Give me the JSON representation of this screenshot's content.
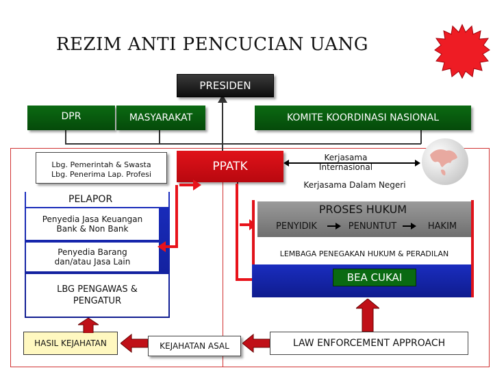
{
  "title": "REZIM ANTI PENCUCIAN UANG",
  "presiden": "PRESIDEN",
  "dpr": "DPR",
  "masyarakat": "MASYARAKAT",
  "komite": "KOMITE KOORDINASI NASIONAL",
  "lbg_pemerintah_1": "Lbg. Pemerintah & Swasta",
  "lbg_pemerintah_2": "Lbg. Penerima Lap. Profesi",
  "ppatk": "PPATK",
  "kerjasama_intl_1": "Kerjasama",
  "kerjasama_intl_2": "Internasional",
  "kerjasama_dalam": "Kerjasama Dalam Negeri",
  "pelapor": "PELAPOR",
  "penyedia_keuangan_1": "Penyedia Jasa Keuangan",
  "penyedia_keuangan_2": "Bank & Non Bank",
  "penyedia_barang_1": "Penyedia Barang",
  "penyedia_barang_2": "dan/atau Jasa Lain",
  "lbg_pengawas_1": "LBG PENGAWAS &",
  "lbg_pengawas_2": "PENGATUR",
  "proses_hukum": "PROSES HUKUM",
  "penyidik": "PENYIDIK",
  "penuntut": "PENUNTUT",
  "hakim": "HAKIM",
  "lembaga": "LEMBAGA PENEGAKAN HUKUM & PERADILAN",
  "bea_cukai": "BEA CUKAI",
  "hasil_kejahatan": "HASIL KEJAHATAN",
  "kejahatan_asal": "KEJAHATAN ASAL",
  "law_enforcement": "LAW ENFORCEMENT APPROACH",
  "colors": {
    "green": "#0b6a12",
    "red": "#e0121a",
    "blue": "#1a2dbf",
    "burst": "#ee1c24"
  }
}
